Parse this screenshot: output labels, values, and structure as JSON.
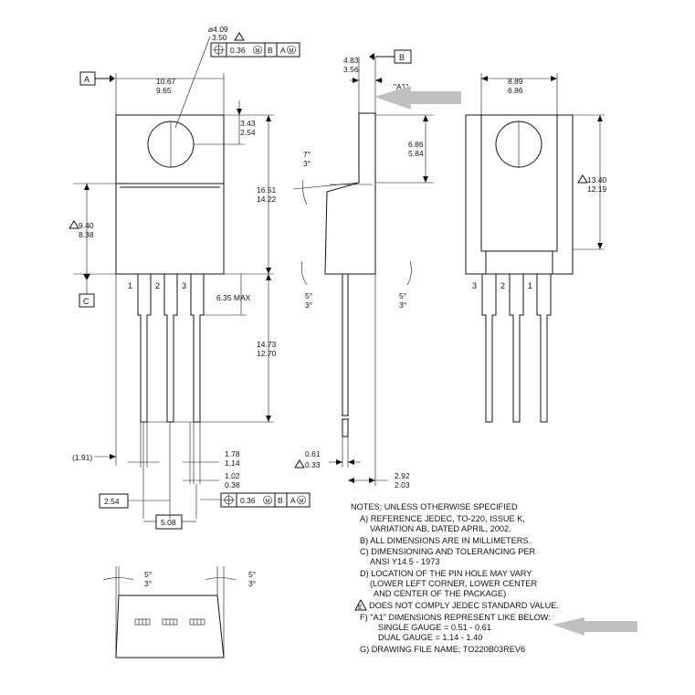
{
  "datums": {
    "a": "A",
    "b": "B",
    "c": "C"
  },
  "front_view": {
    "hole_dia": [
      "4.09",
      "3.50"
    ],
    "fcf_top": [
      "0.36",
      "M",
      "B",
      "A",
      "M"
    ],
    "width": [
      "10.67",
      "9.65"
    ],
    "tab_to_hole": [
      "3.43",
      "2.54"
    ],
    "overall_body": [
      "16.51",
      "14.22"
    ],
    "body_height": [
      "9.40",
      "8.38"
    ],
    "lead_numbers": [
      "1",
      "2",
      "3"
    ],
    "max_625": "6.35 MAX",
    "lead_length": [
      "14.73",
      "12.70"
    ],
    "offset_ref": "(1.91)",
    "lead_width": [
      "1.78",
      "1.14"
    ],
    "lead_thick": [
      "1.02",
      "0.38"
    ],
    "pitch": "2.54",
    "double_pitch": "5.08",
    "fcf_bottom": [
      "0.36",
      "M",
      "B",
      "A",
      "M"
    ]
  },
  "side_view": {
    "tab_thick": [
      "4.83",
      "3.56"
    ],
    "a1_label": "\"A1\"",
    "tab_section": [
      "6.86",
      "5.84"
    ],
    "draft_top": [
      "7°",
      "3°"
    ],
    "draft_left": [
      "5°",
      "3°"
    ],
    "draft_right": [
      "5°",
      "3°"
    ],
    "lead_offset": [
      "0.61",
      "0.33"
    ],
    "lead_standoff": [
      "2.92",
      "2.03"
    ]
  },
  "back_view": {
    "width": [
      "8.89",
      "6.86"
    ],
    "height": [
      "13.40",
      "12.19"
    ],
    "lead_numbers": [
      "3",
      "2",
      "1"
    ]
  },
  "bottom_view": {
    "draft_left": [
      "5°",
      "3°"
    ],
    "draft_right": [
      "5°",
      "3°"
    ]
  },
  "notes": {
    "header": "NOTES; UNLESS OTHERWISE SPECIFIED",
    "lines": [
      "A)  REFERENCE JEDEC, TO-220, ISSUE K,",
      "VARIATION AB, DATED APRIL, 2002.",
      "B)  ALL DIMENSIONS ARE IN MILLIMETERS.",
      "C)  DIMENSIONING AND TOLERANCING PER",
      "ANSI Y14.5 - 1973",
      "D)  LOCATION OF THE PIN HOLE MAY VARY",
      "(LOWER LEFT CORNER, LOWER CENTER",
      "AND CENTER OF THE PACKAGE)",
      "DOES NOT COMPLY JEDEC STANDARD VALUE.",
      "F) \"A1\" DIMENSIONS REPRESENT LIKE BELOW:",
      "SINGLE GAUGE = 0.51 - 0.61",
      "DUAL GAUGE     = 1.14 - 1.40",
      "G)  DRAWING FILE NAME; TO220B03REV6"
    ],
    "e_flag": "E"
  },
  "colors": {
    "ink": "#111111",
    "pointer": "#c0c0c0"
  }
}
